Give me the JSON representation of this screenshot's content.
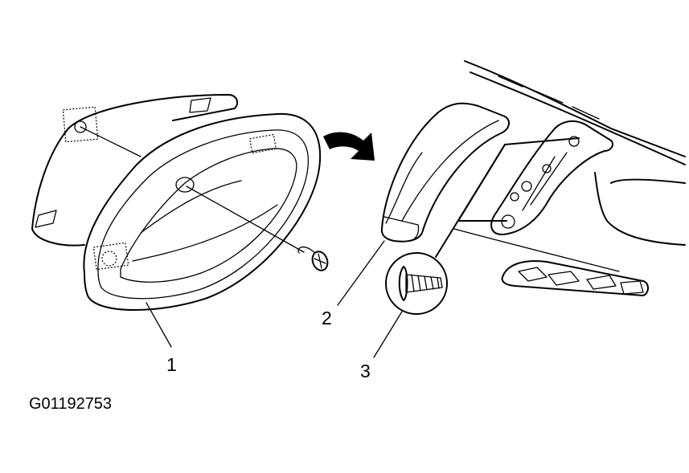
{
  "callouts": {
    "c1": "1",
    "c2": "2",
    "c3": "3"
  },
  "figure_code": "G01192753",
  "colors": {
    "line": "#000000",
    "background": "#ffffff"
  }
}
